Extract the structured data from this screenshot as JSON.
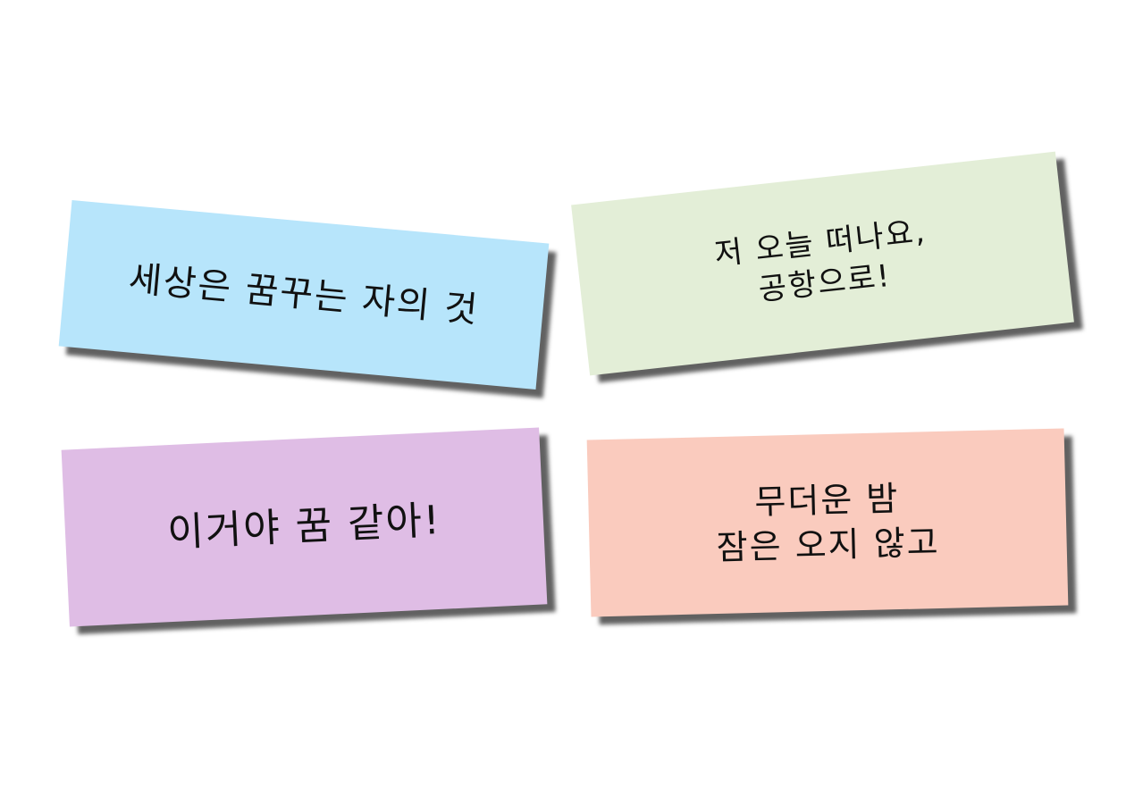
{
  "notes": [
    {
      "color": "#b7e5fb",
      "lines": [
        "세상은 꿈꾸는 자의 것"
      ]
    },
    {
      "color": "#e3eed7",
      "lines": [
        "저 오늘 떠나요,",
        "공항으로!"
      ]
    },
    {
      "color": "#dfbde5",
      "lines": [
        "이거야 꿈 같아!"
      ]
    },
    {
      "color": "#facbbe",
      "lines": [
        "무더운 밤",
        "잠은 오지 않고"
      ]
    }
  ]
}
